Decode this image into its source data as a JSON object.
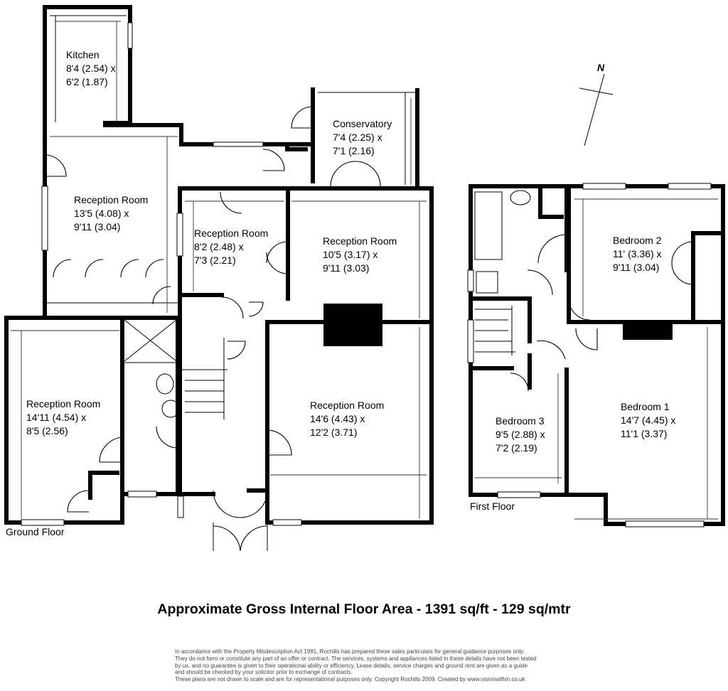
{
  "rooms": {
    "kitchen": {
      "name": "Kitchen",
      "dim1": "8'4 (2.54) x",
      "dim2": "6'2 (1.87)"
    },
    "reception_nw": {
      "name": "Reception Room",
      "dim1": "13'5 (4.08) x",
      "dim2": "9'11 (3.04)"
    },
    "reception_mid": {
      "name": "Reception Room",
      "dim1": "8'2 (2.48) x",
      "dim2": "7'3 (2.21)"
    },
    "conservatory": {
      "name": "Conservatory",
      "dim1": "7'4 (2.25) x",
      "dim2": "7'1 (2.16)"
    },
    "reception_ne": {
      "name": "Reception Room",
      "dim1": "10'5 (3.17) x",
      "dim2": "9'11 (3.03)"
    },
    "reception_sw": {
      "name": "Reception Room",
      "dim1": "14'11 (4.54) x",
      "dim2": "8'5 (2.56)"
    },
    "reception_se": {
      "name": "Reception Room",
      "dim1": "14'6 (4.43) x",
      "dim2": "12'2 (3.71)"
    },
    "bedroom2": {
      "name": "Bedroom 2",
      "dim1": "11' (3.36) x",
      "dim2": "9'11 (3.04)"
    },
    "bedroom1": {
      "name": "Bedroom 1",
      "dim1": "14'7 (4.45) x",
      "dim2": "11'1 (3.37)"
    },
    "bedroom3": {
      "name": "Bedroom 3",
      "dim1": "9'5 (2.88) x",
      "dim2": "7'2 (2.19)"
    }
  },
  "floors": {
    "ground": "Ground Floor",
    "first": "First Floor"
  },
  "compass": {
    "north": "N"
  },
  "area_text": "Approximate Gross Internal Floor Area - 1391 sq/ft - 129 sq/mtr",
  "disclaimer": [
    "In accordance with the Property Misdescription Act 1991, Rochills has prepared these sales particulars for general guidance purposes only.",
    "They do not form or constitute any part of an offer or contract. The services, systems and appliances listed in these details have not been tested",
    "by us, and no guarantee is given to their operational ability or efficiency. Lease details, service charges and ground rent are given as a guide",
    "and should be checked by your solicitor prior to exchange of contracts.",
    "These plans are not drawn to scale and are for representational purposes only. Copyright Rochills 2009. Created by www.visionwithin.co.uk"
  ]
}
